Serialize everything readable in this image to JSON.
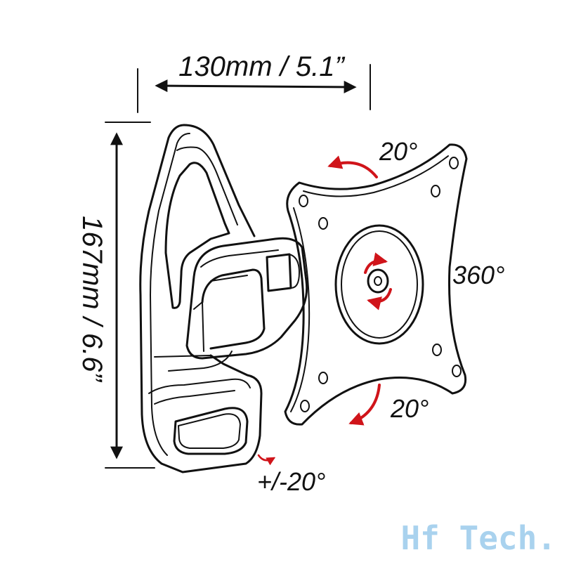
{
  "dimensions": {
    "width_label": "130mm / 5.1”",
    "height_label": "167mm / 6.6”"
  },
  "angles": {
    "tilt_up": "20°",
    "tilt_down": "20°",
    "rotation": "360°",
    "swivel": "+/-20°"
  },
  "watermark": "Hf Tech.",
  "colors": {
    "arrow_accent": "#d0141a",
    "line": "#111111",
    "watermark": "#a9d2ee"
  }
}
